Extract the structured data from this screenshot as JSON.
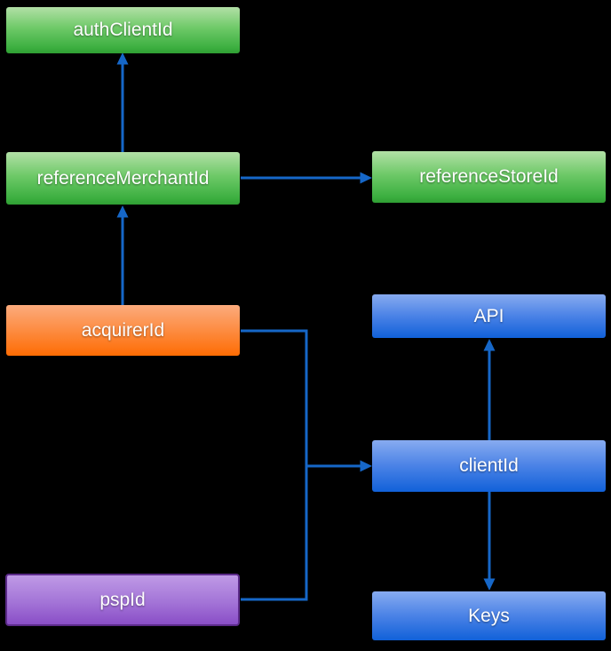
{
  "diagram": {
    "title": "id relationship diagram",
    "background_color": "#000000",
    "arrow_color": "#1667c8",
    "node_colors": {
      "green_top": "#b2e0a6",
      "green_bottom": "#2f9e33",
      "orange_top": "#fcab7d",
      "orange_bottom": "#fe6c03",
      "blue_top": "#87abf0",
      "blue_bottom": "#1161d9",
      "purple_top": "#bf9ae6",
      "purple_bottom": "#8a4ec7",
      "purple_border": "#5c2b8a",
      "text": "#ffffff"
    },
    "nodes": [
      {
        "id": "authClientId",
        "label": "authClientId",
        "color": "green"
      },
      {
        "id": "referenceMerchantId",
        "label": "referenceMerchantId",
        "color": "green"
      },
      {
        "id": "referenceStoreId",
        "label": "referenceStoreId",
        "color": "green"
      },
      {
        "id": "acquirerId",
        "label": "acquirerId",
        "color": "orange"
      },
      {
        "id": "API",
        "label": "API",
        "color": "blue"
      },
      {
        "id": "clientId",
        "label": "clientId",
        "color": "blue"
      },
      {
        "id": "pspId",
        "label": "pspId",
        "color": "purple"
      },
      {
        "id": "Keys",
        "label": "Keys",
        "color": "blue"
      }
    ],
    "edges": [
      {
        "from": "referenceMerchantId",
        "to": "authClientId",
        "arrow": "up"
      },
      {
        "from": "acquirerId",
        "to": "referenceMerchantId",
        "arrow": "up"
      },
      {
        "from": "referenceMerchantId",
        "to": "referenceStoreId",
        "arrow": "right"
      },
      {
        "from": "clientId",
        "to": "API",
        "arrow": "up"
      },
      {
        "from": "clientId",
        "to": "Keys",
        "arrow": "down"
      },
      {
        "from": "acquirerId",
        "to": "clientId",
        "arrow": "right-elbow"
      },
      {
        "from": "pspId",
        "to": "clientId",
        "arrow": "right-elbow"
      }
    ]
  }
}
